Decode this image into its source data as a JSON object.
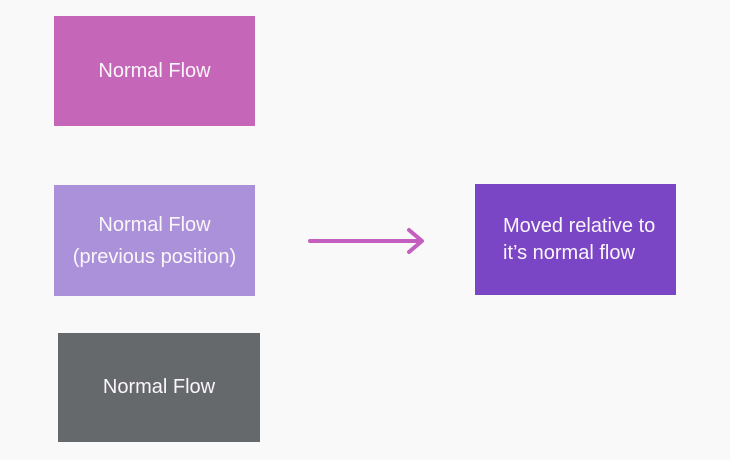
{
  "diagram": {
    "left_column": {
      "normal_flow_top": {
        "label": "Normal Flow"
      },
      "previous_position": {
        "line1": "Normal Flow",
        "line2": "(previous position)"
      },
      "normal_flow_bottom": {
        "label": "Normal Flow"
      }
    },
    "arrow": {
      "icon": "right-arrow-icon"
    },
    "moved_box": {
      "line1": "Moved relative to",
      "line2": "it’s normal flow"
    }
  },
  "colors": {
    "background": "#f9f9f9",
    "normal_flow_top": "#c666b8",
    "previous_position": "#ab91d9",
    "normal_flow_bottom": "#66696c",
    "moved_box": "#7b46c5",
    "arrow": "#c45fc0",
    "text": "#faf6fa"
  }
}
